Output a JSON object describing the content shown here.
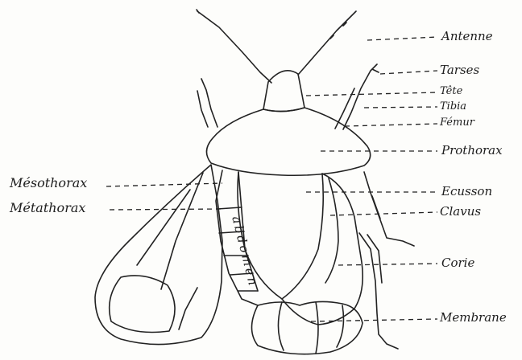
{
  "diagram": {
    "labels": {
      "antenne": "Antenne",
      "tarses": "Tarses",
      "tete": "Tête",
      "tibia": "Tibia",
      "femur": "Fémur",
      "prothorax": "Prothorax",
      "ecusson": "Ecusson",
      "clavus": "Clavus",
      "corie": "Corie",
      "membrane": "Membrane",
      "mesothorax": "Mésothorax",
      "metathorax": "Métathorax",
      "abdomen": "abdomen"
    }
  }
}
